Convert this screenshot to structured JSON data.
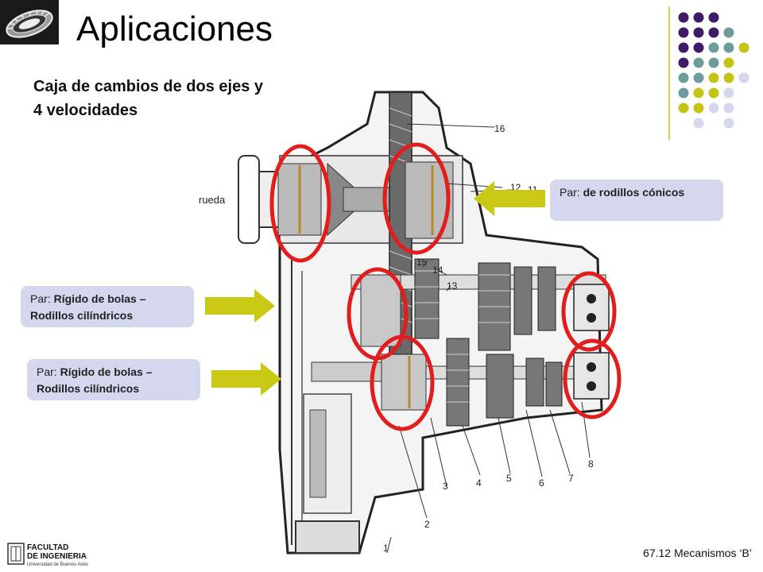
{
  "slide": {
    "title": "Aplicaciones",
    "subtitle": "Caja de cambios de dos ejes y 4 velocidades"
  },
  "diagram": {
    "label_rueda": "rueda",
    "part_numbers": [
      "1",
      "2",
      "3",
      "4",
      "5",
      "6",
      "7",
      "8",
      "11",
      "12",
      "13",
      "14",
      "15",
      "16"
    ]
  },
  "callouts": {
    "conical": {
      "prefix": "Par: ",
      "text": "de rodillos cónicos"
    },
    "rigid_top": {
      "prefix": "Par: ",
      "text": "Rígido de bolas – Rodillos cilíndricos"
    },
    "rigid_bottom": {
      "prefix": "Par: ",
      "text": "Rígido de bolas – Rodillos cilíndricos"
    }
  },
  "footer": {
    "faculty_line1": "FACULTAD",
    "faculty_line2": "DE INGENIERIA",
    "university": "Universidad de Buenos Aires",
    "course": "67.12 Mecanismos ‘B’"
  },
  "colors": {
    "purple": "#3f1a66",
    "teal": "#6e9c9c",
    "olive": "#c4c416",
    "lavender": "#d5d7ee",
    "highlight": "#e21d1d",
    "arrow": "#c9c915"
  }
}
